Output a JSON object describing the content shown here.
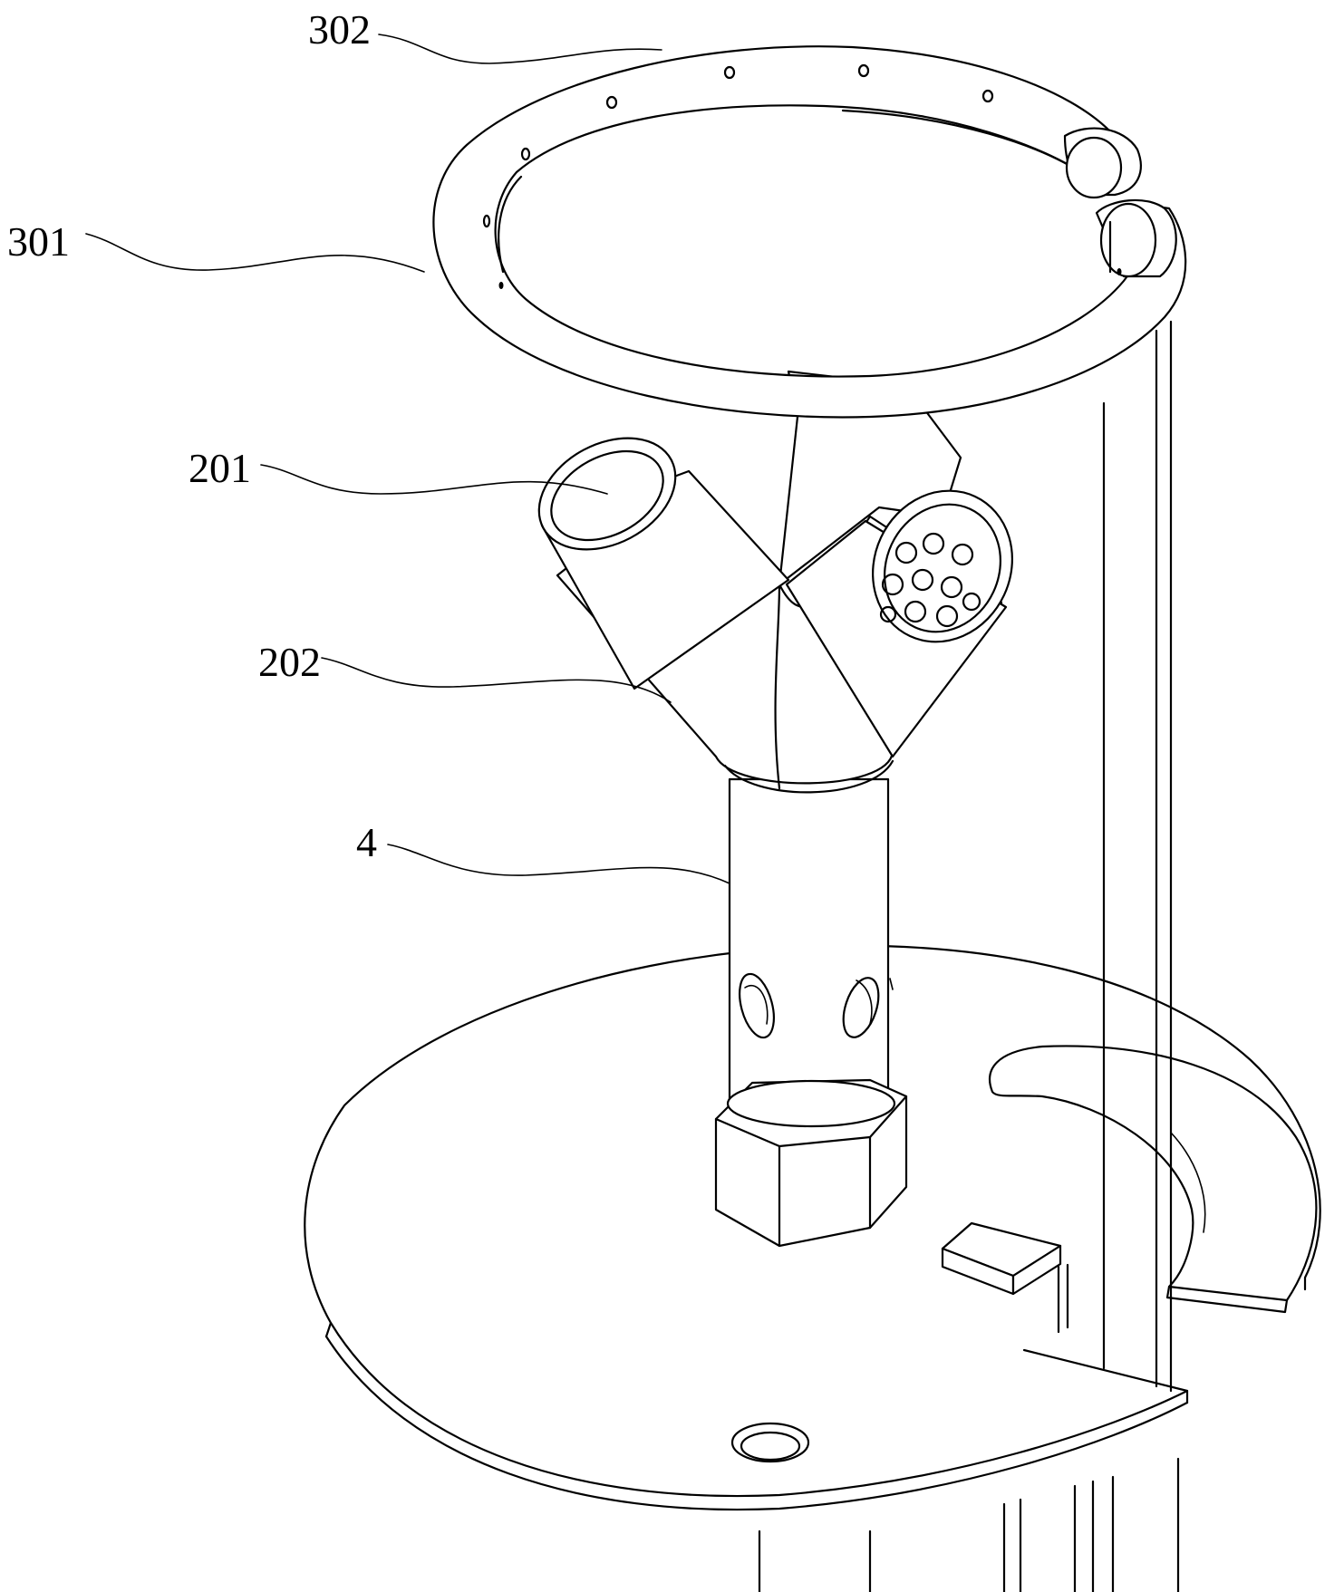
{
  "labels": {
    "ring_holes": "302",
    "ring_pipe": "301",
    "branch_pipe": "201",
    "y_connector": "202",
    "main_pipe": "4"
  },
  "colors": {
    "line": "#000000",
    "background": "#ffffff"
  }
}
